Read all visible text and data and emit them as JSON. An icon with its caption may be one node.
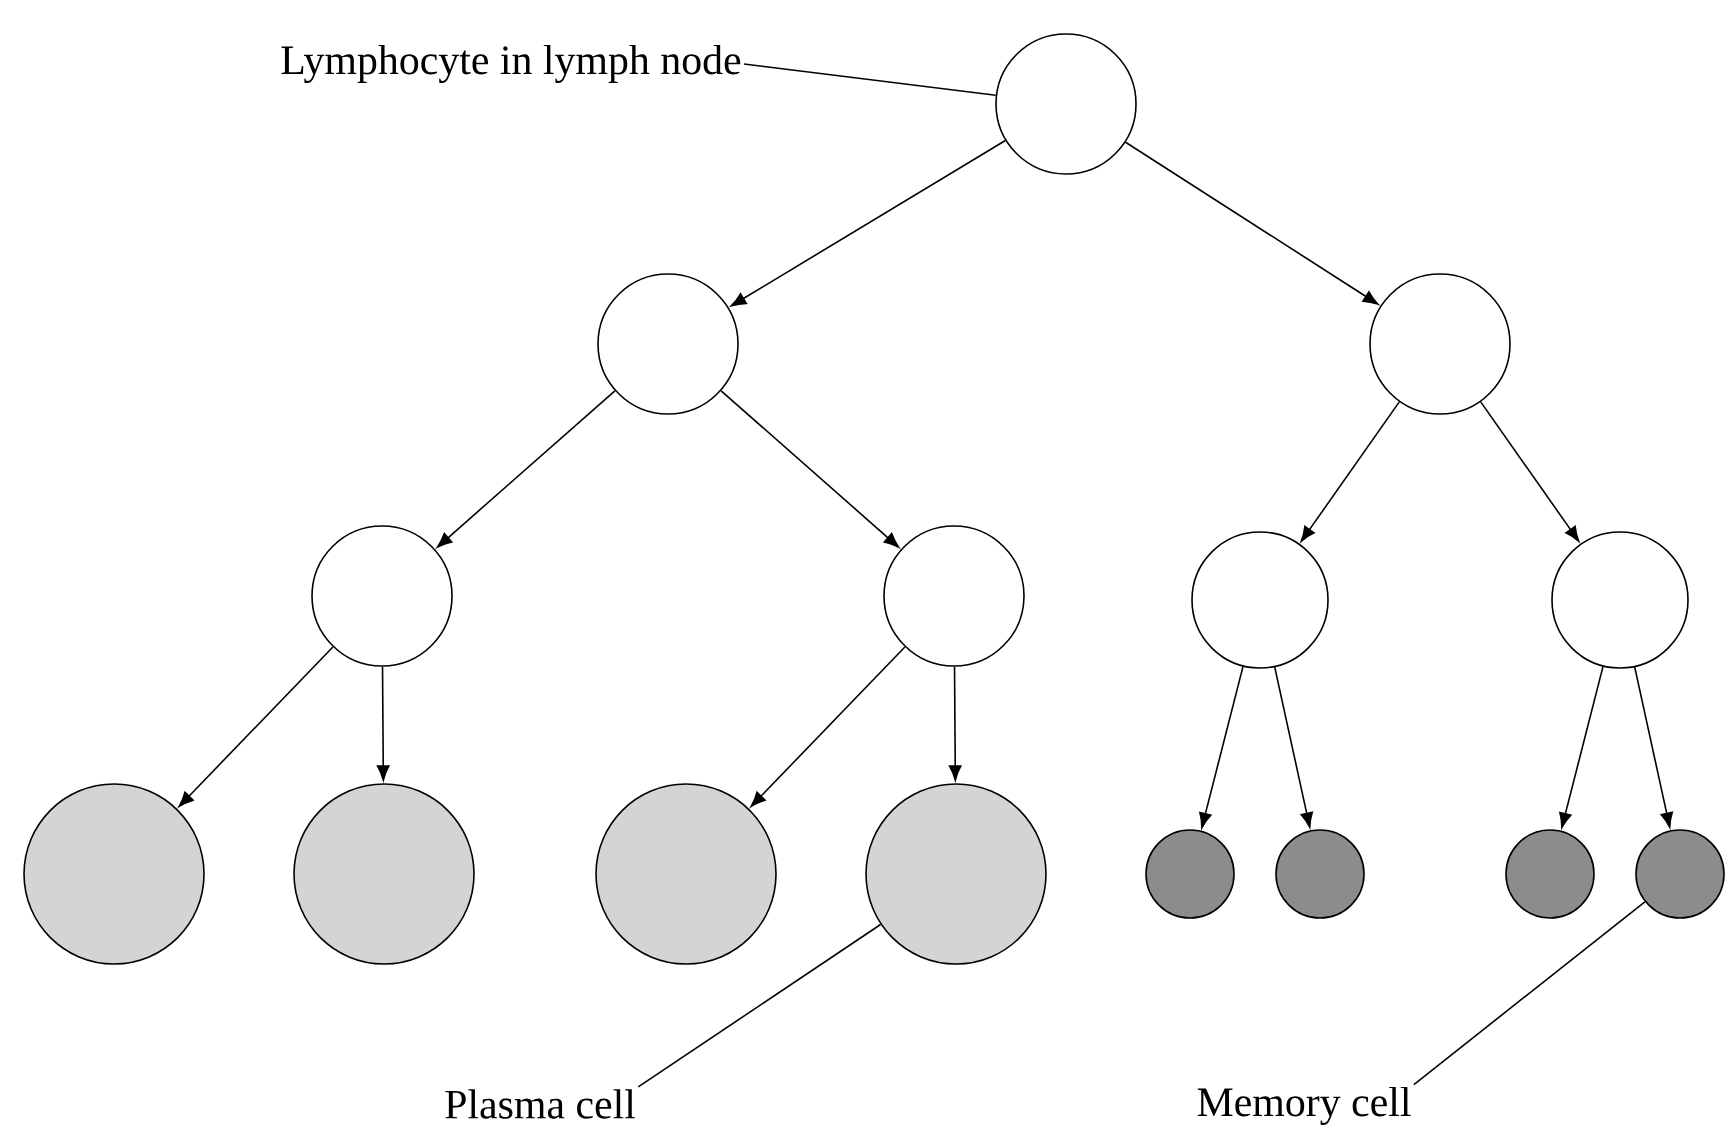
{
  "diagram": {
    "nodes": [
      {
        "text": [
          "Lymphocyte in lymph node"
        ]
      },
      {
        "text": [],
        "shape": "circle"
      },
      {
        "text": [],
        "shape": "circle"
      },
      {
        "text": [],
        "shape": "circle"
      },
      {
        "text": [],
        "shape": "circle"
      },
      {
        "text": [],
        "shape": "circle"
      },
      {
        "text": [],
        "shape": "circle"
      },
      {
        "text": [],
        "shape": "circle"
      },
      {
        "text": [],
        "shape": "circle"
      },
      {
        "text": [],
        "shape": "circle"
      },
      {
        "text": [],
        "shape": "circle"
      },
      {
        "text": [],
        "shape": "circle"
      },
      {
        "text": [],
        "shape": "circle"
      },
      {
        "text": [],
        "shape": "circle"
      },
      {
        "text": [],
        "shape": "circle"
      },
      {
        "text": [],
        "shape": "circle"
      },
      {
        "text": [
          "Plasma cell"
        ]
      },
      {
        "text": [
          "Memory cell"
        ]
      }
    ],
    "edges": [
      {
        "from": 0,
        "to": 1,
        "arrow": "none"
      },
      {
        "from": 1,
        "to": 2,
        "arrow": "to"
      },
      {
        "from": 1,
        "to": 3,
        "arrow": "to"
      },
      {
        "from": 2,
        "to": 4,
        "arrow": "to"
      },
      {
        "from": 2,
        "to": 5,
        "arrow": "to"
      },
      {
        "from": 3,
        "to": 6,
        "arrow": "to"
      },
      {
        "from": 3,
        "to": 7,
        "arrow": "to"
      },
      {
        "from": 4,
        "to": 8,
        "arrow": "to"
      },
      {
        "from": 4,
        "to": 9,
        "arrow": "to"
      },
      {
        "from": 5,
        "to": 10,
        "arrow": "to"
      },
      {
        "from": 5,
        "to": 11,
        "arrow": "to"
      },
      {
        "from": 6,
        "to": 12,
        "arrow": "to"
      },
      {
        "from": 6,
        "to": 13,
        "arrow": "to"
      },
      {
        "from": 7,
        "to": 14,
        "arrow": "to"
      },
      {
        "from": 7,
        "to": 15,
        "arrow": "to"
      },
      {
        "from": 16,
        "to": 11,
        "arrow": "none"
      },
      {
        "from": 17,
        "to": 15,
        "arrow": "none"
      }
    ]
  }
}
